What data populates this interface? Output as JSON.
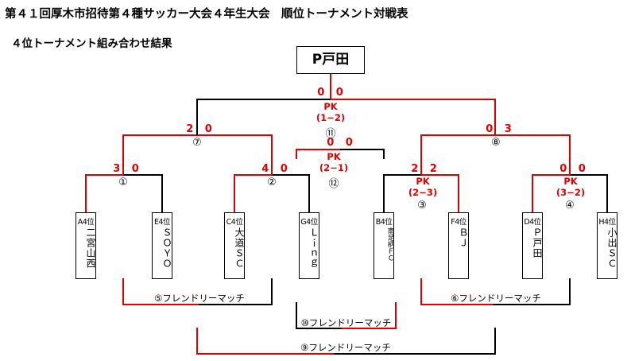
{
  "header": {
    "title": "第４１回厚木市招待第４種サッカー大会４年生大会　順位トーナメント対戦表",
    "subtitle": "４位トーナメント組み合わせ結果"
  },
  "champion": "P戸田",
  "teams": [
    {
      "seed": "A4位",
      "name": "二宮山西"
    },
    {
      "seed": "E4位",
      "name": "ＳＯＹＯ"
    },
    {
      "seed": "C4位",
      "name": "大道ＳＣ"
    },
    {
      "seed": "G4位",
      "name": "Ｌｉｎｇ"
    },
    {
      "seed": "B4位",
      "name": "南足柄ＦＣ"
    },
    {
      "seed": "F4位",
      "name": "ＢＪ"
    },
    {
      "seed": "D4位",
      "name": "Ｐ戸田"
    },
    {
      "seed": "H4位",
      "name": "小出ＳＣ"
    }
  ],
  "matches": {
    "m1": {
      "number": "①",
      "score": "3 0"
    },
    "m2": {
      "number": "②",
      "score": "4 0"
    },
    "m3": {
      "number": "③",
      "score": "2 2",
      "pk_label": "PK",
      "pk_score": "(2−3)"
    },
    "m4": {
      "number": "④",
      "score": "0 0",
      "pk_label": "PK",
      "pk_score": "(3−2)"
    },
    "m7": {
      "number": "⑦",
      "score": "2 0"
    },
    "m8": {
      "number": "⑧",
      "score": "0 3"
    },
    "m11": {
      "number": "⑪",
      "score": "0 0",
      "pk_label": "PK",
      "pk_score": "(1−2)"
    },
    "m12": {
      "number": "⑫",
      "score": "0 0",
      "pk_label": "PK",
      "pk_score": "(2−1)"
    }
  },
  "friendly": {
    "f5": "⑤フレンドリーマッチ",
    "f6": "⑥フレンドリーマッチ",
    "f10": "⑩フレンドリーマッチ",
    "f9": "⑨フレンドリーマッチ"
  },
  "colors": {
    "winner_line": "#e00000",
    "loser_line": "#000000"
  }
}
